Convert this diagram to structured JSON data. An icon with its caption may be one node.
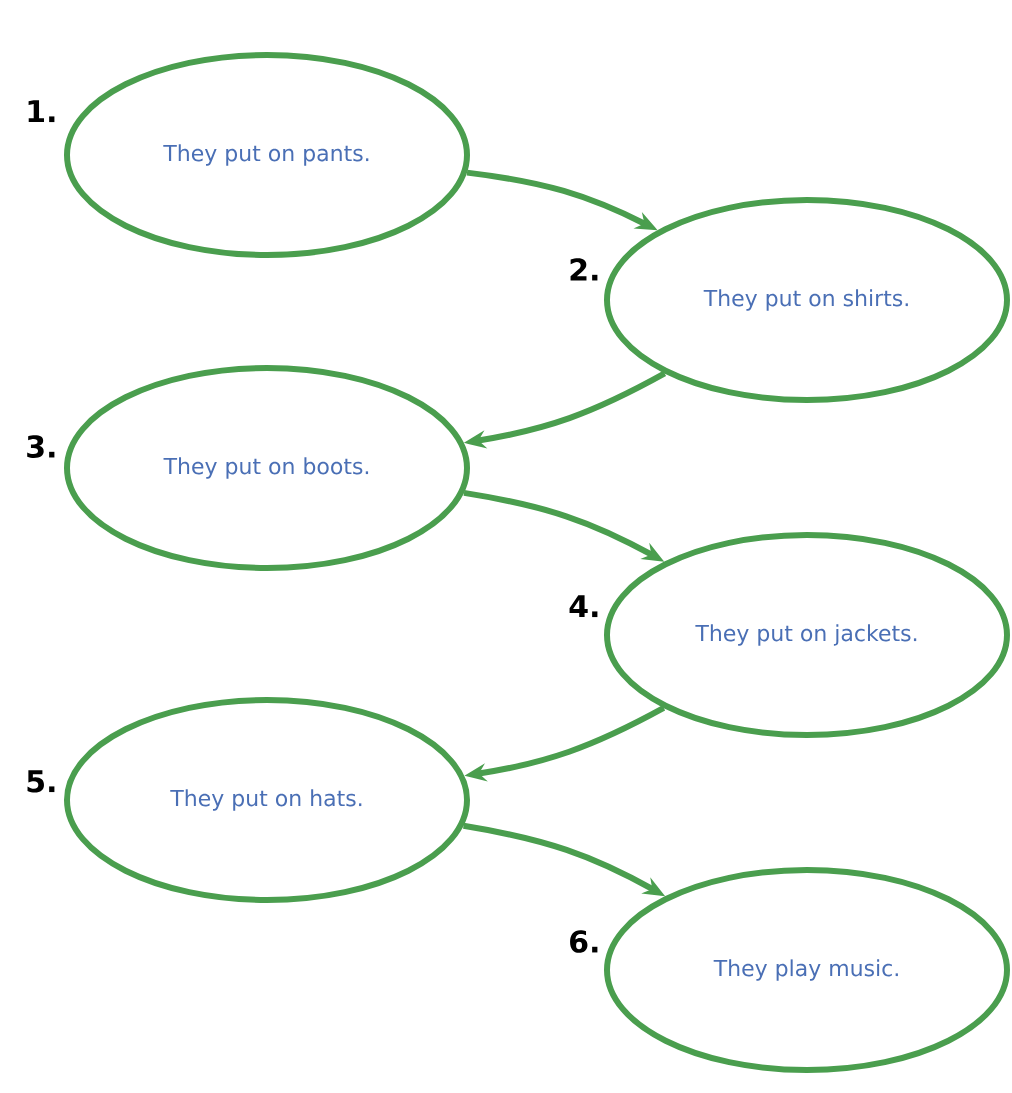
{
  "diagram": {
    "nodes": [
      {
        "text": [
          "They put on pants."
        ],
        "beside": [
          "1."
        ]
      },
      {
        "text": [
          "They put on shirts."
        ],
        "beside": [
          "2."
        ]
      },
      {
        "text": [
          "They put on boots."
        ],
        "beside": [
          "3."
        ]
      },
      {
        "text": [
          "They put on jackets."
        ],
        "beside": [
          "4."
        ]
      },
      {
        "text": [
          "They put on hats."
        ],
        "beside": [
          "5."
        ]
      },
      {
        "text": [
          "They play music."
        ],
        "beside": [
          "6."
        ]
      }
    ],
    "edges": [
      {
        "from": 0,
        "to": 1,
        "arrow": "to"
      },
      {
        "from": 1,
        "to": 2,
        "arrow": "to"
      },
      {
        "from": 2,
        "to": 3,
        "arrow": "to"
      },
      {
        "from": 3,
        "to": 4,
        "arrow": "to"
      },
      {
        "from": 4,
        "to": 5,
        "arrow": "to"
      }
    ]
  }
}
